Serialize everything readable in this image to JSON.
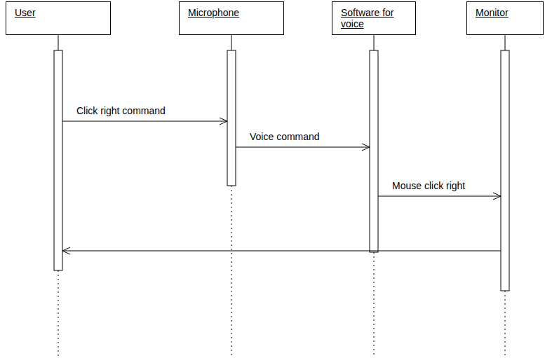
{
  "diagram": {
    "nodes": [
      {
        "text": [
          "User"
        ]
      },
      {
        "text": [
          "Microphone"
        ]
      },
      {
        "text": [
          "Software for voice"
        ]
      },
      {
        "text": [
          "Monitor"
        ]
      }
    ],
    "edges": [
      {
        "from": 0,
        "to": 1,
        "label": "Click right command",
        "arrow": "to"
      },
      {
        "from": 1,
        "to": 2,
        "label": "Voice command",
        "arrow": "to"
      },
      {
        "from": 2,
        "to": 3,
        "label": "Mouse click right",
        "arrow": "to"
      },
      {
        "from": 3,
        "to": 0,
        "arrow": "to"
      }
    ]
  }
}
